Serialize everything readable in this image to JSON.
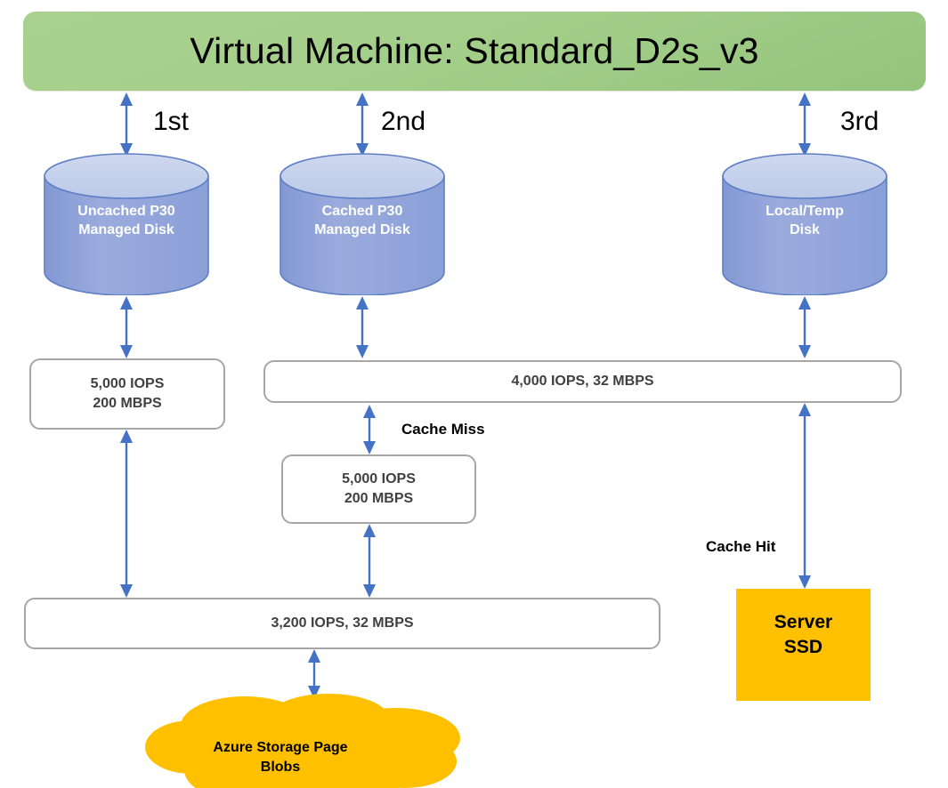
{
  "diagram": {
    "title": "Virtual Machine: Standard_D2s_v3",
    "colors": {
      "vm_green": "#a9d08e",
      "disk_blue": "#8faadc",
      "orange": "#ffc000",
      "arrow_blue": "#4472c4",
      "box_border": "#a6a6a6",
      "box_text": "#404040"
    },
    "order_labels": [
      {
        "name": "first",
        "text": "1st"
      },
      {
        "name": "second",
        "text": "2nd"
      },
      {
        "name": "third",
        "text": "3rd"
      }
    ],
    "disks": [
      {
        "name": "uncached-p30",
        "line1": "Uncached P30",
        "line2": "Managed Disk"
      },
      {
        "name": "cached-p30",
        "line1": "Cached P30",
        "line2": "Managed Disk"
      },
      {
        "name": "local-temp",
        "line1": "Local/Temp",
        "line2": "Disk"
      }
    ],
    "spec_boxes": [
      {
        "name": "uncached-throughput",
        "line1": "5,000 IOPS",
        "line2": "200 MBPS"
      },
      {
        "name": "cache-throughput",
        "line1": "4,000 IOPS, 32 MBPS",
        "line2": ""
      },
      {
        "name": "cache-miss-throughput",
        "line1": "5,000 IOPS",
        "line2": "200 MBPS"
      },
      {
        "name": "storage-throughput",
        "line1": "3,200 IOPS, 32 MBPS",
        "line2": ""
      }
    ],
    "annotations": [
      {
        "name": "cache-miss",
        "text": "Cache Miss"
      },
      {
        "name": "cache-hit",
        "text": "Cache Hit"
      }
    ],
    "server_ssd": {
      "line1": "Server",
      "line2": "SSD"
    },
    "cloud": {
      "line1": "Azure Storage Page",
      "line2": "Blobs"
    }
  }
}
